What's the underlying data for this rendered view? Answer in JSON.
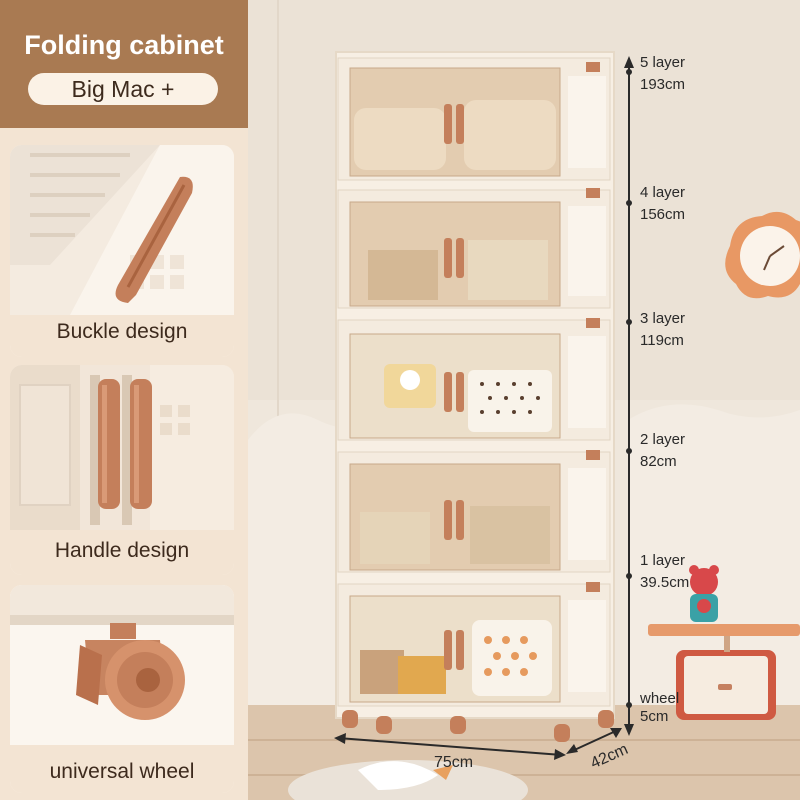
{
  "header": {
    "title": "Folding cabinet",
    "subtitle": "Big Mac +"
  },
  "features": [
    {
      "label": "Buckle design"
    },
    {
      "label": "Handle design"
    },
    {
      "label": "universal wheel"
    }
  ],
  "dimensions": {
    "layers": [
      {
        "name": "5 layer",
        "height": "193cm"
      },
      {
        "name": "4 layer",
        "height": "156cm"
      },
      {
        "name": "3 layer",
        "height": "119cm"
      },
      {
        "name": "2 layer",
        "height": "82cm"
      },
      {
        "name": "1 layer",
        "height": "39.5cm"
      },
      {
        "name": "wheel",
        "height": "5cm"
      }
    ],
    "width": "75cm",
    "depth": "42cm"
  },
  "colors": {
    "accent_brown": "#a97a52",
    "handle_orange": "#c7805a",
    "cabinet_cream": "#f7efe4",
    "wall_beige": "#efe7dc"
  }
}
